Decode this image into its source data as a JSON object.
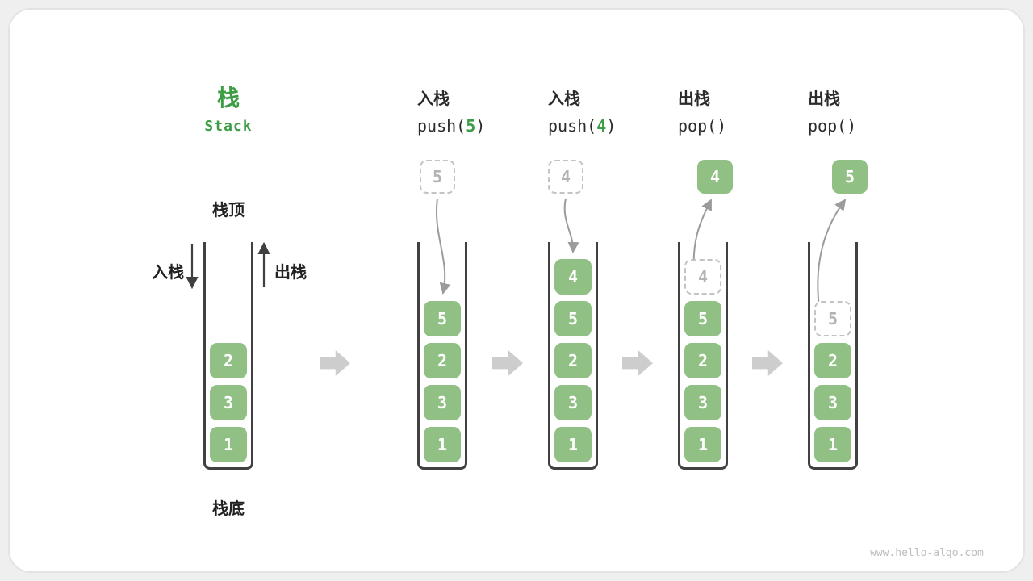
{
  "colors": {
    "cell_green": "#90c083",
    "accent_green": "#3c9d45",
    "step_arrow_gray": "#cdcdcd",
    "ghost_gray": "#c3c3c3"
  },
  "title": {
    "zh": "栈",
    "en": "Stack"
  },
  "side_labels": {
    "top": "栈顶",
    "bottom": "栈底",
    "push_in": "入栈",
    "pop_out": "出栈"
  },
  "initial_stack": {
    "cells": [
      "2",
      "3",
      "1"
    ]
  },
  "steps": [
    {
      "op": "入栈",
      "code_pre": "push(",
      "code_arg": "5",
      "code_post": ")",
      "floating": "5",
      "cells": [
        "5",
        "2",
        "3",
        "1"
      ]
    },
    {
      "op": "入栈",
      "code_pre": "push(",
      "code_arg": "4",
      "code_post": ")",
      "floating": "4",
      "cells": [
        "4",
        "5",
        "2",
        "3",
        "1"
      ]
    },
    {
      "op": "出栈",
      "code_pre": "pop(",
      "code_arg": "",
      "code_post": ")",
      "floating": "4",
      "ghost": "4",
      "cells": [
        "5",
        "2",
        "3",
        "1"
      ]
    },
    {
      "op": "出栈",
      "code_pre": "pop(",
      "code_arg": "",
      "code_post": ")",
      "floating": "5",
      "ghost": "5",
      "cells": [
        "2",
        "3",
        "1"
      ]
    }
  ],
  "watermark": "www.hello-algo.com"
}
